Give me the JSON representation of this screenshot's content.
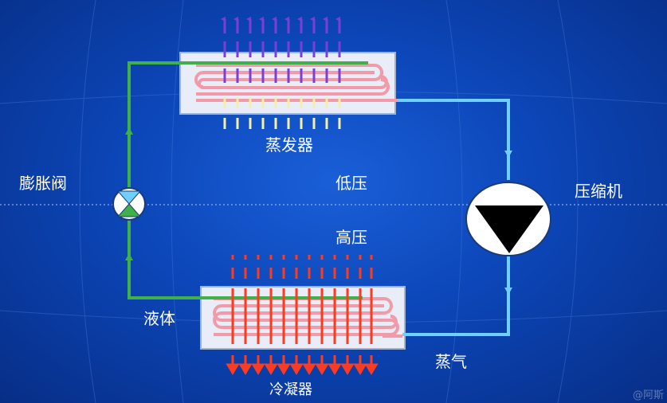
{
  "labels": {
    "evaporator": "蒸发器",
    "condenser": "冷凝器",
    "expansion_valve": "膨胀阀",
    "compressor": "压缩机",
    "low_pressure": "低压",
    "high_pressure": "高压",
    "liquid": "液体",
    "vapor": "蒸气"
  },
  "watermark": "@阿斯",
  "colors": {
    "liquid_line": "#3fb04a",
    "vapor_line": "#6fd0ff",
    "coil": "#f39aa8",
    "heat_out": "#ff3b1f",
    "cold_air_out": "#7a3fd6",
    "air_in": "#f3f0a8",
    "exchanger_fill": "#e8edf7"
  }
}
